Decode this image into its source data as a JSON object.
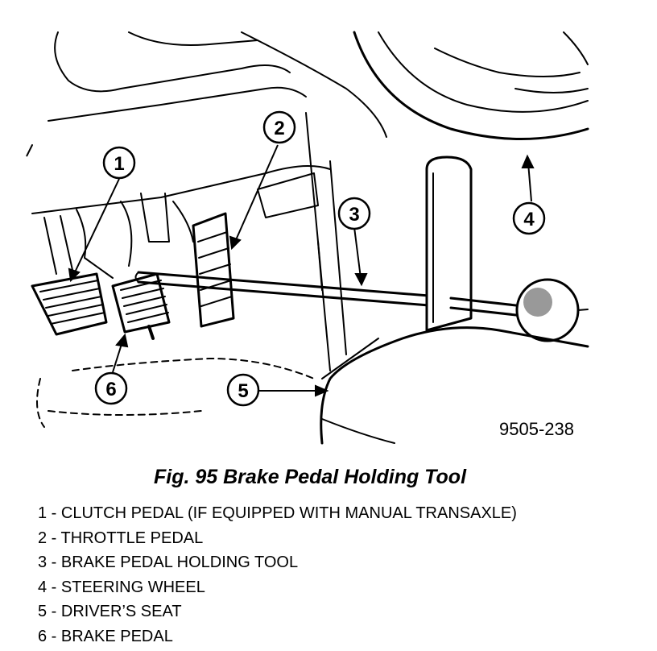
{
  "figure": {
    "id_label": "9505-238",
    "callouts": [
      "1",
      "2",
      "3",
      "4",
      "5",
      "6"
    ]
  },
  "caption": "Fig. 95 Brake Pedal Holding Tool",
  "legend": [
    "1 - CLUTCH PEDAL (IF EQUIPPED WITH MANUAL TRANSAXLE)",
    "2 - THROTTLE PEDAL",
    "3 - BRAKE PEDAL HOLDING TOOL",
    "4 - STEERING WHEEL",
    "5 - DRIVER’S SEAT",
    "6 - BRAKE PEDAL"
  ]
}
